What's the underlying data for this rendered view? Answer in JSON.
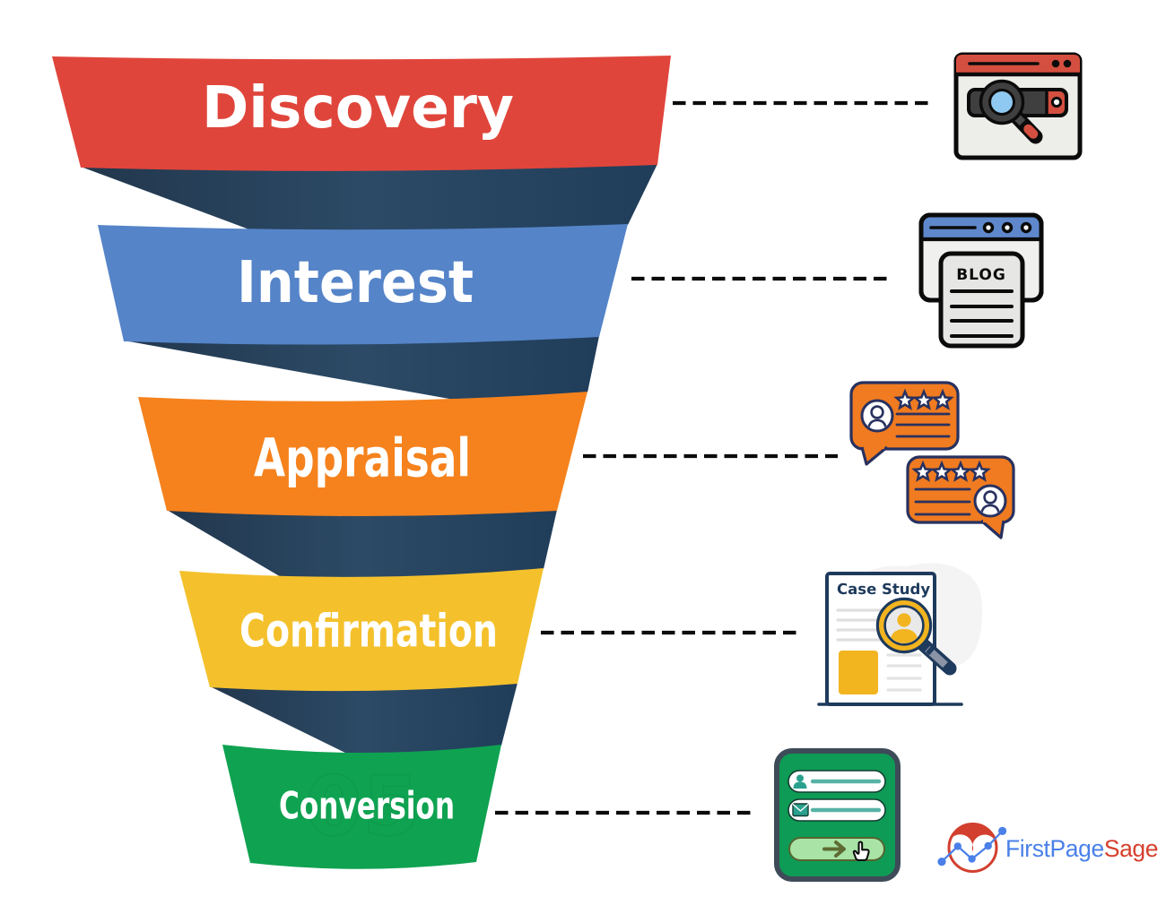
{
  "diagram": {
    "type": "funnel",
    "orientation": "top-down",
    "stages": [
      {
        "label": "Discovery",
        "color": "#E0453B",
        "icon": "browser-search-icon"
      },
      {
        "label": "Interest",
        "color": "#5584C8",
        "icon": "blog-page-icon"
      },
      {
        "label": "Appraisal",
        "color": "#F5821D",
        "icon": "customer-reviews-icon"
      },
      {
        "label": "Confirmation",
        "color": "#F4C12C",
        "icon": "case-study-icon"
      },
      {
        "label": "Conversion",
        "color": "#0FA251",
        "icon": "signup-form-icon"
      }
    ],
    "ribbon_fold_color": "#2B4962",
    "connector_color": "#0B0B0B",
    "background_color": "#FFFFFF",
    "watermark": "05"
  },
  "icons": {
    "blog_label": "BLOG",
    "case_study_label": "Case Study"
  },
  "logo": {
    "first_part": "FirstPage",
    "second_part": "Sage",
    "first_color": "#4A80E8",
    "second_color": "#D6402E"
  }
}
